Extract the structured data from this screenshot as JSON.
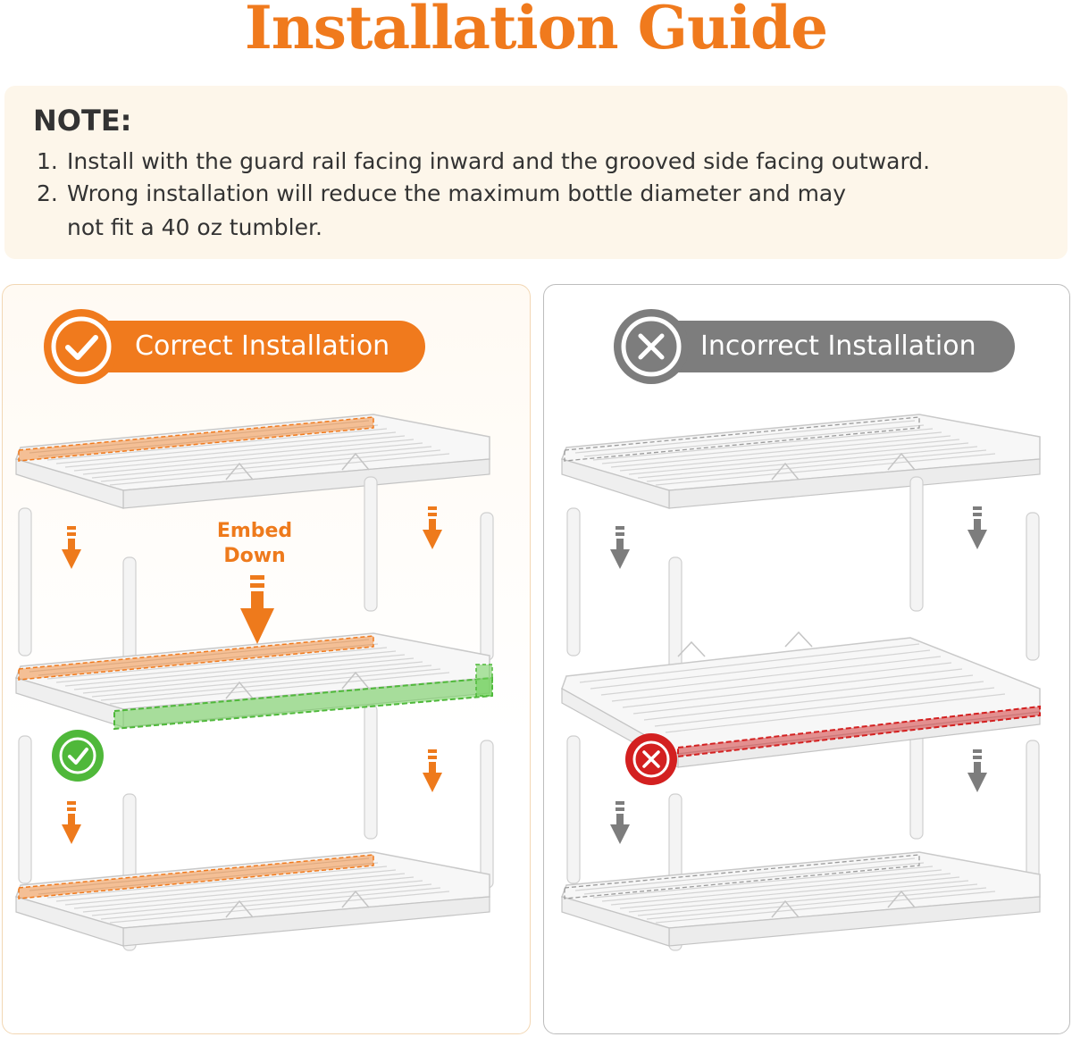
{
  "title": "Installation Guide",
  "colors": {
    "accent": "#f07a1d",
    "gray": "#7d7d7d",
    "correct_green": "#4fb83a",
    "incorrect_red": "#d32020",
    "note_bg": "#fdf6ea"
  },
  "note": {
    "heading": "NOTE:",
    "items": [
      {
        "index": "1.",
        "text": "Install with the guard rail facing inward and the grooved side facing outward."
      },
      {
        "index": "2.",
        "text": "Wrong installation will reduce the maximum bottle diameter and may",
        "continuation": "not fit a 40 oz tumbler."
      }
    ]
  },
  "panels": {
    "correct": {
      "label": "Correct Installation",
      "icon": "check-circle-icon",
      "annotation_line1": "Embed",
      "annotation_line2": "Down"
    },
    "incorrect": {
      "label": "Incorrect Installation",
      "icon": "x-circle-icon"
    }
  }
}
